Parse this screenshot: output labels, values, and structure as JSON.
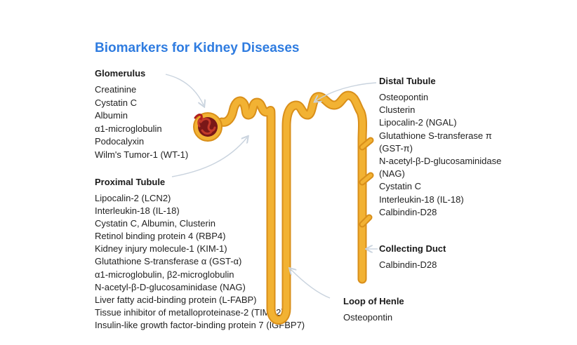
{
  "title": "Biomarkers for Kidney Diseases",
  "colors": {
    "title": "#2f7ce0",
    "tubule_fill": "#f2b233",
    "tubule_edge": "#d98f1a",
    "glomerulus_fill": "#8f1f1f",
    "arrow": "#c9d3de"
  },
  "sections": {
    "glomerulus": {
      "heading": "Glomerulus",
      "items": [
        "Creatinine",
        "Cystatin C",
        "Albumin",
        "α1-microglobulin",
        "Podocalyxin",
        "Wilm's Tumor-1 (WT-1)"
      ]
    },
    "proximal_tubule": {
      "heading": "Proximal Tubule",
      "items": [
        "Lipocalin-2 (LCN2)",
        "Interleukin-18 (IL-18)",
        "Cystatin C, Albumin, Clusterin",
        "Retinol binding protein 4 (RBP4)",
        "Kidney injury molecule-1 (KIM-1)",
        "Glutathione S-transferase α (GST-α)",
        "α1-microglobulin, β2-microglobulin",
        "N-acetyl-β-D-glucosaminidase (NAG)",
        "Liver fatty acid-binding protein (L-FABP)",
        "Tissue inhibitor of metalloproteinase-2 (TIMP2)",
        "Insulin-like growth factor-binding protein 7 (IGFBP7)"
      ]
    },
    "distal_tubule": {
      "heading": "Distal Tubule",
      "items": [
        "Osteopontin",
        "Clusterin",
        "Lipocalin-2 (NGAL)",
        "Glutathione S-transferase π",
        "(GST-π)",
        "N-acetyl-β-D-glucosaminidase",
        "(NAG)",
        "Cystatin C",
        "Interleukin-18 (IL-18)",
        "Calbindin-D28"
      ]
    },
    "collecting_duct": {
      "heading": "Collecting Duct",
      "items": [
        "Calbindin-D28"
      ]
    },
    "loop_of_henle": {
      "heading": "Loop of Henle",
      "items": [
        "Osteopontin"
      ]
    }
  }
}
